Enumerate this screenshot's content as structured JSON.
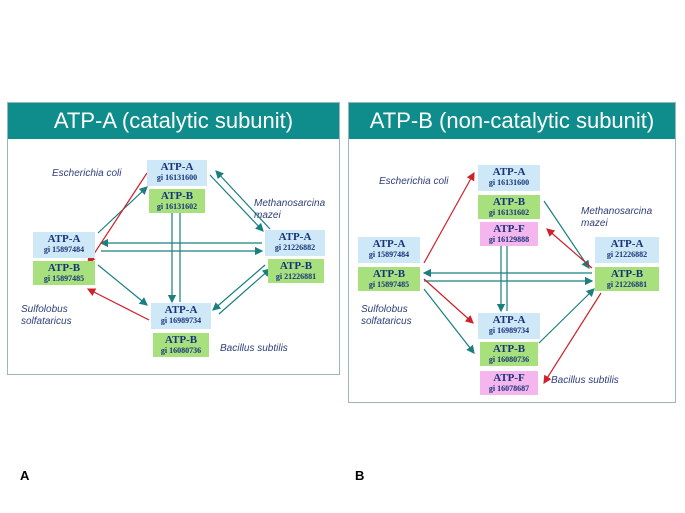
{
  "panelA": {
    "title": "ATP-A (catalytic subunit)",
    "letter": "A",
    "species": {
      "ecoli": "Escherichia coli",
      "mazei_line1": "Methanosarcina",
      "mazei_line2": "mazei",
      "sulfo_line1": "Sulfolobus",
      "sulfo_line2": "solfataricus",
      "bsub": "Bacillus subtilis"
    },
    "nodes": {
      "ecoli_a": {
        "name": "ATP-A",
        "gi": "gi 16131600"
      },
      "ecoli_b": {
        "name": "ATP-B",
        "gi": "gi 16131602"
      },
      "mazei_a": {
        "name": "ATP-A",
        "gi": "gi 21226882"
      },
      "mazei_b": {
        "name": "ATP-B",
        "gi": "gi 21226881"
      },
      "sulfo_a": {
        "name": "ATP-A",
        "gi": "gi 15897484"
      },
      "sulfo_b": {
        "name": "ATP-B",
        "gi": "gi 15897485"
      },
      "bsub_a": {
        "name": "ATP-A",
        "gi": "gi 16989734"
      },
      "bsub_b": {
        "name": "ATP-B",
        "gi": "gi 16080736"
      }
    }
  },
  "panelB": {
    "title": "ATP-B (non-catalytic subunit)",
    "letter": "B",
    "species": {
      "ecoli": "Escherichia coli",
      "mazei_line1": "Methanosarcina",
      "mazei_line2": "mazei",
      "sulfo_line1": "Sulfolobus",
      "sulfo_line2": "solfataricus",
      "bsub": "Bacillus subtilis"
    },
    "nodes": {
      "ecoli_a": {
        "name": "ATP-A",
        "gi": "gi 16131600"
      },
      "ecoli_b": {
        "name": "ATP-B",
        "gi": "gi 16131602"
      },
      "ecoli_f": {
        "name": "ATP-F",
        "gi": "gi 16129888"
      },
      "mazei_a": {
        "name": "ATP-A",
        "gi": "gi 21226882"
      },
      "mazei_b": {
        "name": "ATP-B",
        "gi": "gi 21226881"
      },
      "sulfo_a": {
        "name": "ATP-A",
        "gi": "gi 15897484"
      },
      "sulfo_b": {
        "name": "ATP-B",
        "gi": "gi 15897485"
      },
      "bsub_a": {
        "name": "ATP-A",
        "gi": "gi 16989734"
      },
      "bsub_b": {
        "name": "ATP-B",
        "gi": "gi 16080736"
      },
      "bsub_f": {
        "name": "ATP-F",
        "gi": "gi 16078687"
      }
    }
  },
  "colors": {
    "header": "#0f8c8c",
    "arrow_teal": "#1a7f7f",
    "arrow_red": "#d0202a",
    "atp_a": "#cfe8f7",
    "atp_b": "#a8e07e",
    "atp_f": "#f4b6ec"
  }
}
